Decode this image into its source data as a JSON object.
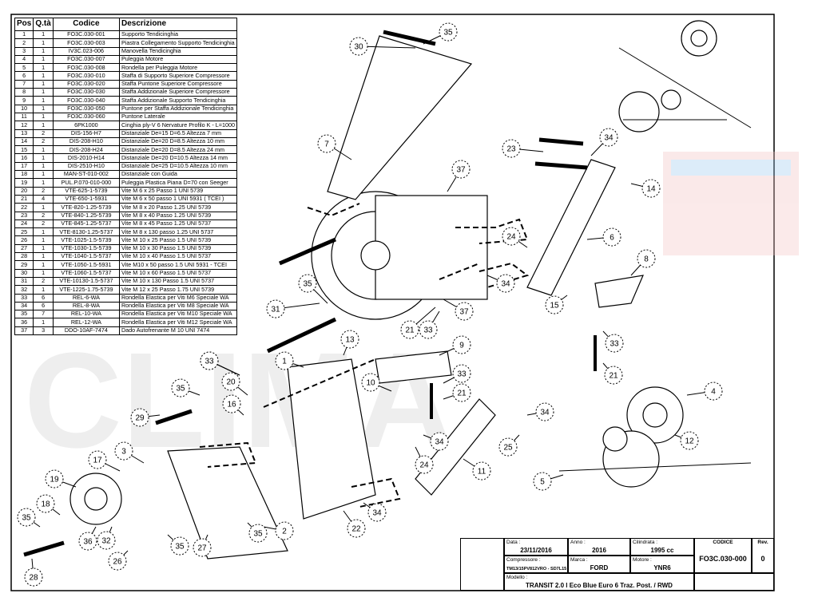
{
  "parts_table": {
    "headers": {
      "pos": "Pos",
      "qta": "Q.tà",
      "codice": "Codice",
      "descrizione": "Descrizione"
    },
    "rows": [
      {
        "pos": "1",
        "qta": "1",
        "codice": "FO3C.030-001",
        "descrizione": "Supporto Tendicinghia"
      },
      {
        "pos": "2",
        "qta": "1",
        "codice": "FO3C.030-003",
        "descrizione": "Piastra Collegamento Supporto Tendicinghia"
      },
      {
        "pos": "3",
        "qta": "1",
        "codice": "IV3C.023-006",
        "descrizione": "Manovella Tendicinghia"
      },
      {
        "pos": "4",
        "qta": "1",
        "codice": "FO3C.030-007",
        "descrizione": "Puleggia Motore"
      },
      {
        "pos": "5",
        "qta": "1",
        "codice": "FO3C.030-008",
        "descrizione": "Rondella per Puleggia Motore"
      },
      {
        "pos": "6",
        "qta": "1",
        "codice": "FO3C.030-010",
        "descrizione": "Staffa di Supporto Superiore Compressore"
      },
      {
        "pos": "7",
        "qta": "1",
        "codice": "FO3C.030-020",
        "descrizione": "Staffa Puntone Superiore Compressore"
      },
      {
        "pos": "8",
        "qta": "1",
        "codice": "FO3C.030-030",
        "descrizione": "Staffa Addizionale Superiore Compressore"
      },
      {
        "pos": "9",
        "qta": "1",
        "codice": "FO3C.030-040",
        "descrizione": "Staffa Addizionale Supporto Tendicinghia"
      },
      {
        "pos": "10",
        "qta": "1",
        "codice": "FO3C.030-050",
        "descrizione": "Puntone per Staffa Addizionale Tendicinghia"
      },
      {
        "pos": "11",
        "qta": "1",
        "codice": "FO3C.030-060",
        "descrizione": "Puntone Laterale"
      },
      {
        "pos": "12",
        "qta": "1",
        "codice": "6PK1000",
        "descrizione": "Cinghia ply-V 6 Nervature Profilo K - L=1000"
      },
      {
        "pos": "13",
        "qta": "2",
        "codice": "DIS-156-H7",
        "descrizione": "Distanziale De=15 D=6.5 Altezza 7 mm"
      },
      {
        "pos": "14",
        "qta": "2",
        "codice": "DIS-208-H10",
        "descrizione": "Distanziale De=20 D=8.5 Altezza 10 mm"
      },
      {
        "pos": "15",
        "qta": "1",
        "codice": "DIS-208-H24",
        "descrizione": "Distanziale De=20 D=8.5 Altezza 24 mm"
      },
      {
        "pos": "16",
        "qta": "1",
        "codice": "DIS-2010-H14",
        "descrizione": "Distanziale De=20 D=10.5 Altezza 14 mm"
      },
      {
        "pos": "17",
        "qta": "1",
        "codice": "DIS-2510-H10",
        "descrizione": "Distanziale De=25 D=10.5 Altezza 10 mm"
      },
      {
        "pos": "18",
        "qta": "1",
        "codice": "MAN-ST-010-002",
        "descrizione": "Distanziale con Guida"
      },
      {
        "pos": "19",
        "qta": "1",
        "codice": "PUL.P.070-010-000",
        "descrizione": "Puleggia Plastica Piana D=70 con Seeger"
      },
      {
        "pos": "20",
        "qta": "2",
        "codice": "VTE-625-1-5739",
        "descrizione": "Vite M 6 x 25 Passo 1 UNI 5739"
      },
      {
        "pos": "21",
        "qta": "4",
        "codice": "VTE-650-1-5931",
        "descrizione": "Vite M 6 x 50 passo 1 UNI 5931 ( TCEI )"
      },
      {
        "pos": "22",
        "qta": "1",
        "codice": "VTE-820-1.25-5739",
        "descrizione": "Vite M 8 x 20 Passo 1.25 UNI 5739"
      },
      {
        "pos": "23",
        "qta": "2",
        "codice": "VTE-840-1.25-5739",
        "descrizione": "Vite M 8 x 40 Passo 1.25 UNI 5739"
      },
      {
        "pos": "24",
        "qta": "2",
        "codice": "VTE-845-1.25-5737",
        "descrizione": "Vite M 8 x 45 Passo 1.25 UNI 5737"
      },
      {
        "pos": "25",
        "qta": "1",
        "codice": "VTE-8130-1.25-5737",
        "descrizione": "Vite M 8 x 130 passo 1.25 UNI 5737"
      },
      {
        "pos": "26",
        "qta": "1",
        "codice": "VTE-1025-1.5-5739",
        "descrizione": "Vite M 10 x 25 Passo 1.5 UNI 5739"
      },
      {
        "pos": "27",
        "qta": "1",
        "codice": "VTE-1030-1.5-5739",
        "descrizione": "Vite M 10 x 30 Passo 1.5 UNI 5739"
      },
      {
        "pos": "28",
        "qta": "1",
        "codice": "VTE-1040-1.5-5737",
        "descrizione": "Vite M 10 x 40 Passo 1.5 UNI 5737"
      },
      {
        "pos": "29",
        "qta": "1",
        "codice": "VTE-1050-1.5-5931",
        "descrizione": "Vite M10 x 50 passo 1.5 UNI 5931 - TCEI"
      },
      {
        "pos": "30",
        "qta": "1",
        "codice": "VTE-1060-1.5-5737",
        "descrizione": "Vite M 10 x 60 Passo 1.5 UNI 5737"
      },
      {
        "pos": "31",
        "qta": "2",
        "codice": "VTE-10130-1.5-5737",
        "descrizione": "Vite M 10 x 130 Passo 1.5 UNI 5737"
      },
      {
        "pos": "32",
        "qta": "1",
        "codice": "VTE-1225-1.75-5739",
        "descrizione": "Vite M 12 x 25 Passo 1.75 UNI 5739"
      },
      {
        "pos": "33",
        "qta": "6",
        "codice": "REL-6-WA",
        "descrizione": "Rondella Elastica per Viti M6 Speciale WA"
      },
      {
        "pos": "34",
        "qta": "6",
        "codice": "REL-8-WA",
        "descrizione": "Rondella Elastica per Viti M8 Speciale WA"
      },
      {
        "pos": "35",
        "qta": "7",
        "codice": "REL-10-WA",
        "descrizione": "Rondella Elastica per Viti M10 Speciale WA"
      },
      {
        "pos": "36",
        "qta": "1",
        "codice": "REL-12-WA",
        "descrizione": "Rondella Elastica per Viti M12 Speciale WA"
      },
      {
        "pos": "37",
        "qta": "3",
        "codice": "DDO-10AF-7474",
        "descrizione": "Dado Autofrenante M 10 UNI 7474"
      }
    ]
  },
  "title_block": {
    "data_label": "Data :",
    "data_value": "23/11/2016",
    "anno_label": "Anno :",
    "anno_value": "2016",
    "cilindrata_label": "Cilindrata :",
    "cilindrata_value": "1995 cc",
    "compressore_label": "Compressore :",
    "compressore_value": "TM13/15PV812VRO - SD7L15",
    "marca_label": "Marca :",
    "marca_value": "FORD",
    "motore_label": "Motore :",
    "motore_value": "YNR6",
    "modello_label": "Modello :",
    "modello_value": "TRANSIT 2.0 l Eco Blue Euro 6 Traz. Post. / RWD",
    "codice_label": "CODICE",
    "codice_value": "FO3C.030-000",
    "rev_label": "Rev.",
    "rev_value": "0"
  },
  "callouts": [
    "1",
    "2",
    "3",
    "4",
    "5",
    "6",
    "7",
    "8",
    "9",
    "10",
    "11",
    "12",
    "13",
    "14",
    "15",
    "16",
    "17",
    "18",
    "19",
    "20",
    "21",
    "22",
    "23",
    "24",
    "25",
    "26",
    "27",
    "28",
    "29",
    "30",
    "31",
    "32",
    "33",
    "34",
    "35",
    "36",
    "37"
  ],
  "colors": {
    "line": "#000000",
    "watermark": "#d9d9d9",
    "accent_blue": "#3a8fd0",
    "watermark_red": "#e05050"
  }
}
